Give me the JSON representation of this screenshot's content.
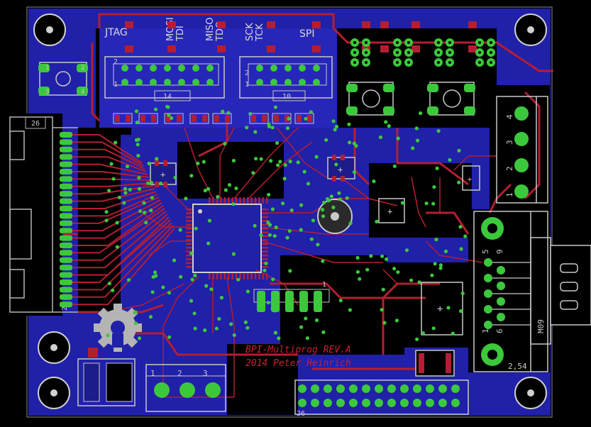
{
  "board": {
    "jtag_label": "JTAG",
    "spi_label": "SPI",
    "signals": [
      "MOSI",
      "TDI",
      "MISO",
      "TDO",
      "SCK",
      "TCK"
    ],
    "jtag_pin_even": "2",
    "jtag_pin_odd": "1",
    "jtag_count": "14",
    "spi_pin_even": "2",
    "spi_pin_odd": "1",
    "spi_count": "10",
    "left_conn_top": "26",
    "left_conn_bottom": "2",
    "terminal_pins": [
      "4",
      "3",
      "2",
      "1"
    ],
    "dsub_pins_top": [
      "5",
      "9"
    ],
    "dsub_pins_bottom": [
      "1",
      "6"
    ],
    "dsub_name": "M09",
    "dsub_pitch": "2,54",
    "bottom_header_pin": "26",
    "screw_pins": [
      "1",
      "2",
      "3"
    ],
    "smd_header_pin": "1",
    "title_line1": "BPI-Multiprog REV.A",
    "title_line2": "2014 Peter Heinrich",
    "button_pins": [
      "1",
      "2",
      "3",
      "4"
    ]
  },
  "colors": {
    "background": "#000000",
    "bottom_copper": "#2020a8",
    "top_copper": "#b41e32",
    "via": "#3cc83c",
    "silkscreen": "#c8c8c8",
    "outline": "#9a9a9a"
  }
}
